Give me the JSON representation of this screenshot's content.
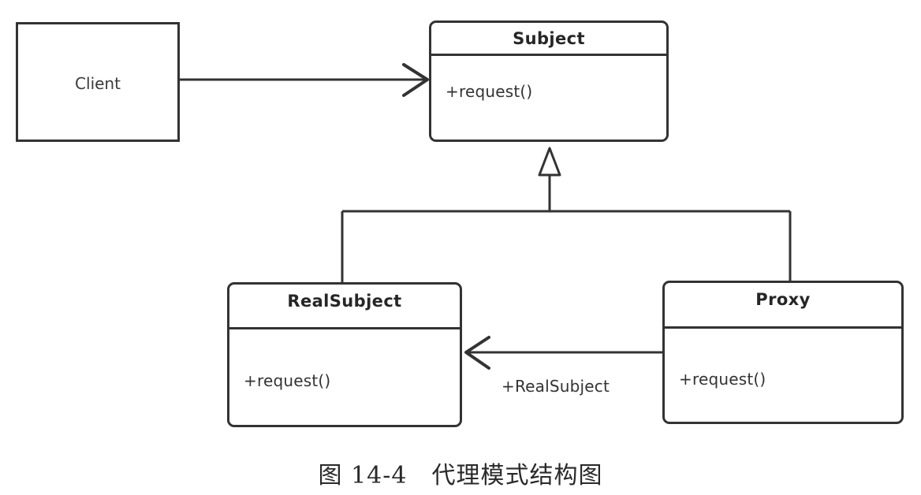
{
  "diagram": {
    "kind": "uml-class-diagram",
    "pattern": "Proxy",
    "background_color": "#ffffff",
    "line_color": "#333333",
    "text_color": "#2b2b2b",
    "classes": [
      {
        "id": "client",
        "name": "Client",
        "style": "plain-rectangle",
        "members": []
      },
      {
        "id": "subject",
        "name": "Subject",
        "style": "rounded-compartments",
        "members": [
          "+request()"
        ]
      },
      {
        "id": "realsubject",
        "name": "RealSubject",
        "style": "rounded-compartments",
        "members": [
          "+request()"
        ]
      },
      {
        "id": "proxy",
        "name": "Proxy",
        "style": "rounded-compartments",
        "members": [
          "+request()"
        ]
      }
    ],
    "relationships": [
      {
        "id": "client-uses-subject",
        "from": "client",
        "to": "subject",
        "type": "association",
        "arrowhead": "open",
        "label": ""
      },
      {
        "id": "realsubject-extends-subject",
        "from": "realsubject",
        "to": "subject",
        "type": "generalization",
        "arrowhead": "hollow-triangle",
        "label": ""
      },
      {
        "id": "proxy-extends-subject",
        "from": "proxy",
        "to": "subject",
        "type": "generalization",
        "arrowhead": "hollow-triangle",
        "label": ""
      },
      {
        "id": "proxy-references-realsubject",
        "from": "proxy",
        "to": "realsubject",
        "type": "association",
        "arrowhead": "open",
        "label": "+RealSubject"
      }
    ]
  },
  "caption": {
    "text": "图 14-4　代理模式结构图",
    "figure_number": "14-4"
  }
}
